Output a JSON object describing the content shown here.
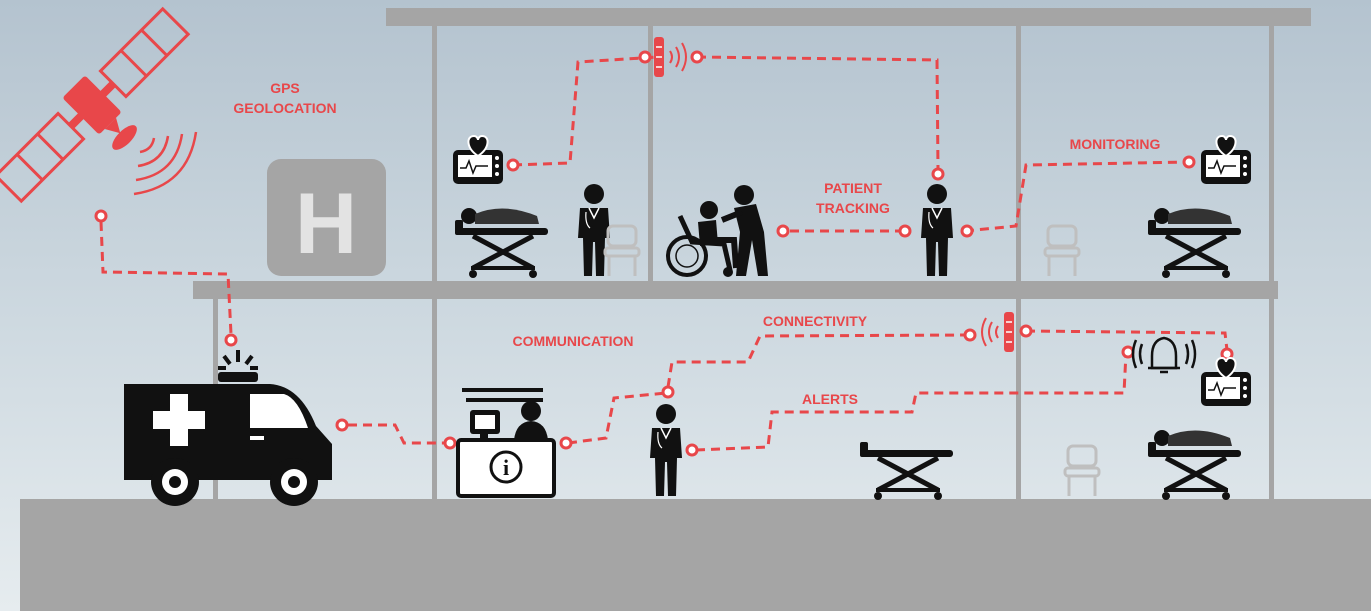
{
  "colors": {
    "accent": "#e8474a",
    "structure": "#a5a5a5",
    "icon": "#111111"
  },
  "labels": {
    "gps_line1": "GPS",
    "gps_line2": "GEOLOCATION",
    "patient_tracking_line1": "PATIENT",
    "patient_tracking_line2": "TRACKING",
    "monitoring": "MONITORING",
    "communication": "COMMUNICATION",
    "connectivity": "CONNECTIVITY",
    "alerts": "ALERTS"
  },
  "building_sign": "H",
  "reception_info": "i",
  "icons": [
    "satellite-icon",
    "hospital-sign-icon",
    "ambulance-icon",
    "patient-monitor-icon",
    "hospital-bed-icon",
    "doctor-icon",
    "wheelchair-patient-icon",
    "chair-icon",
    "reception-desk-icon",
    "info-icon",
    "sensor-beacon-icon",
    "alarm-bell-icon",
    "stretcher-icon"
  ]
}
